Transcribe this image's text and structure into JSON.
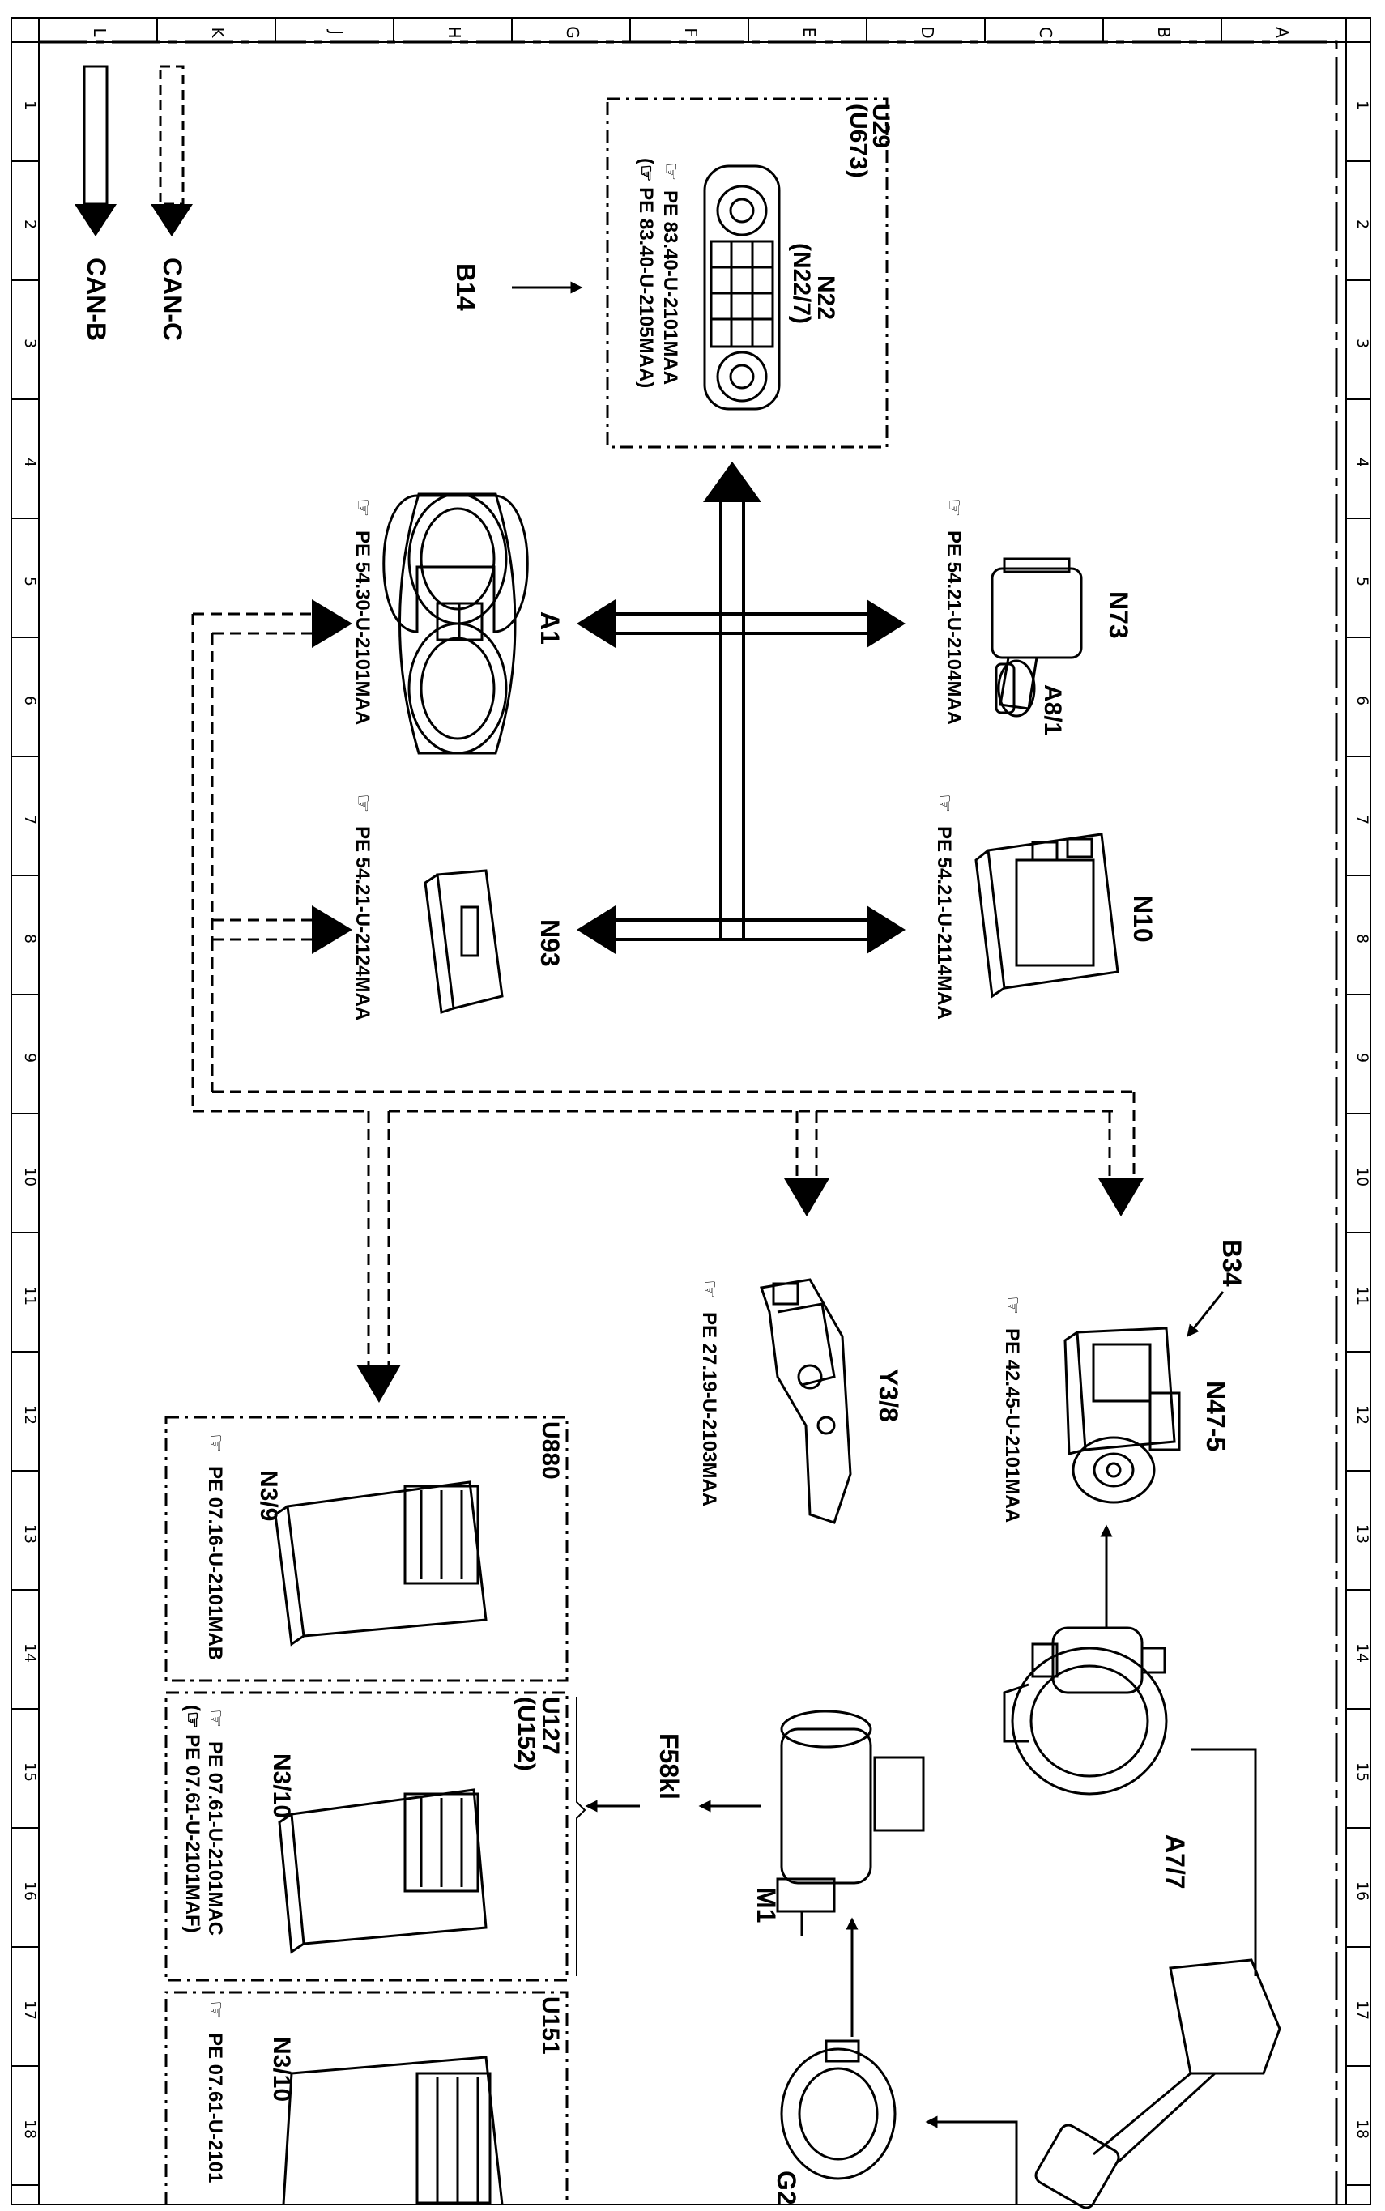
{
  "grid": {
    "columns": [
      "L",
      "K",
      "J",
      "H",
      "G",
      "F",
      "E",
      "D",
      "C",
      "B",
      "A"
    ],
    "rows": [
      "1",
      "2",
      "3",
      "4",
      "5",
      "6",
      "7",
      "8",
      "9",
      "10",
      "11",
      "12",
      "13",
      "14",
      "15",
      "16",
      "17",
      "18"
    ]
  },
  "legend": {
    "can_b": "CAN-B",
    "can_c": "CAN-C"
  },
  "components": {
    "b14": "B14",
    "u29": "U29",
    "u673": "(U673)",
    "n22": "N22",
    "n22_7": "(N22/7)",
    "n22_ref1": "PE 83.40-U-2101MAA",
    "n22_ref2": "(☞ PE 83.40-U-2105MAA)",
    "n73": "N73",
    "a8_1": "A8/1",
    "n73_ref": "PE 54.21-U-2104MAA",
    "a1": "A1",
    "a1_ref": "PE 54.30-U-2101MAA",
    "n10": "N10",
    "n10_ref": "PE 54.21-U-2114MAA",
    "n93": "N93",
    "n93_ref": "PE 54.21-U-2124MAA",
    "b34": "B34",
    "n47_5": "N47-5",
    "n47_5_ref": "PE 42.45-U-2101MAA",
    "y3_8": "Y3/8",
    "y3_8_ref": "PE 27.19-U-2103MAA",
    "a7_7": "A7/7",
    "m1": "M1",
    "f58kl": "F58kl",
    "g2": "G2",
    "u880": "U880",
    "n3_9": "N3/9",
    "n3_9_ref": "PE 07.16-U-2101MAB",
    "u127": "U127",
    "u152": "(U152)",
    "n3_10": "N3/10",
    "n3_10_ref1": "PE 07.61-U-2101MAC",
    "n3_10_ref2": "(☞ PE 07.61-U-2101MAF)",
    "u151": "U151",
    "n3_10b": "N3/10",
    "n3_10b_ref": "PE 07.61-U-2101"
  }
}
